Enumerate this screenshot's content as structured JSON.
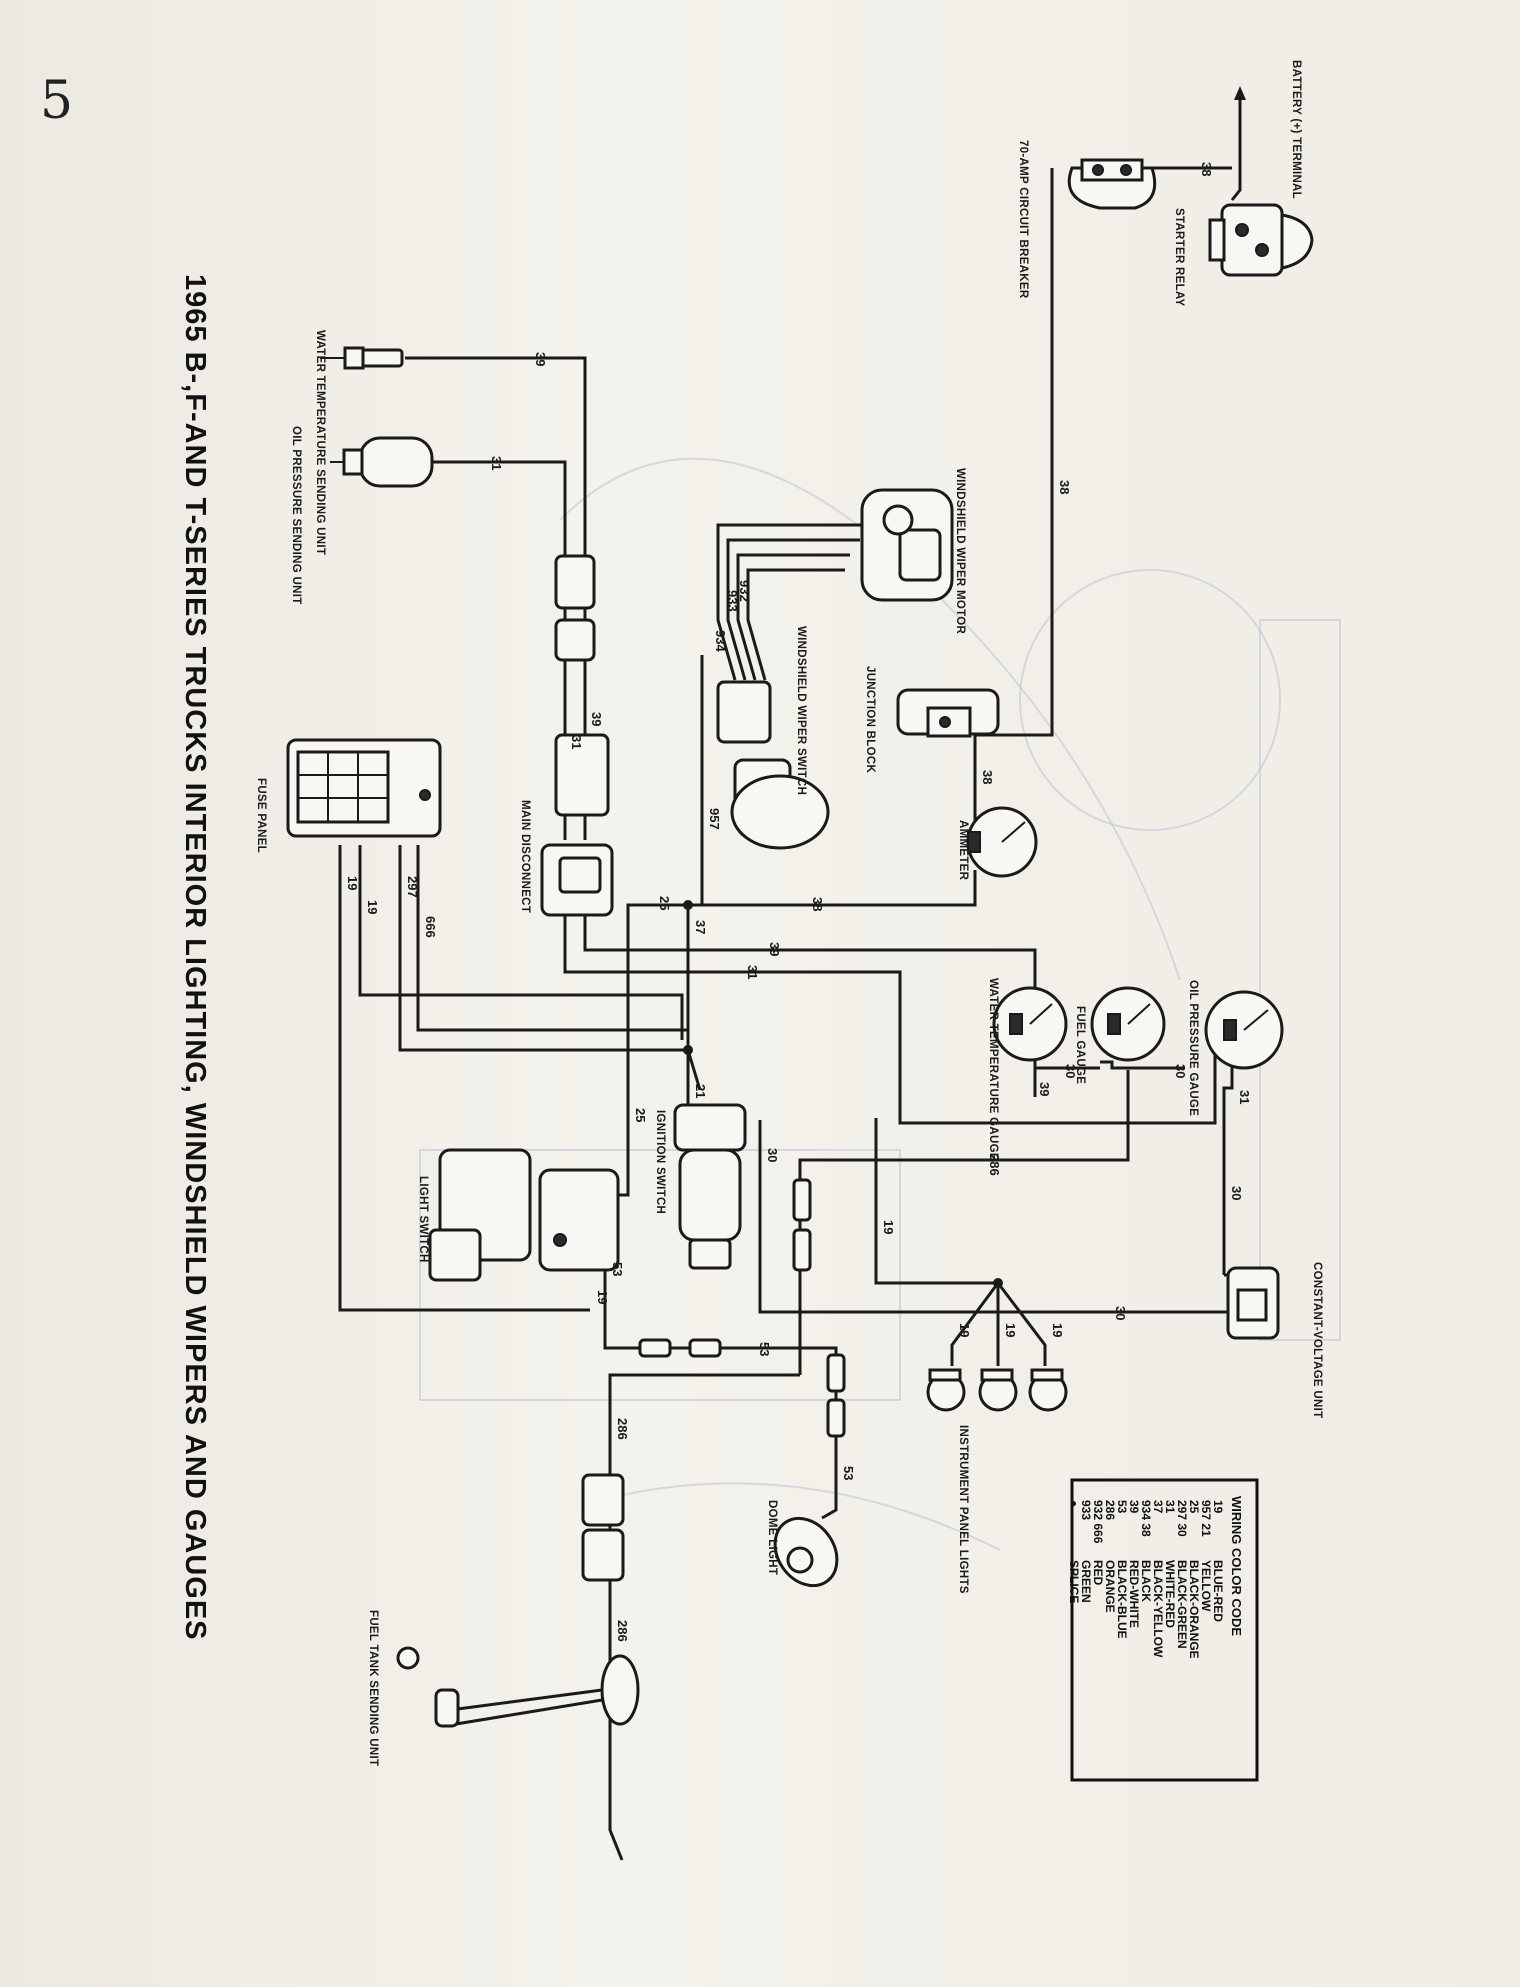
{
  "page_number": "5",
  "title": "1965 B-,F-AND T-SERIES TRUCKS INTERIOR LIGHTING, WINDSHIELD WIPERS AND GAUGES",
  "components": {
    "battery_terminal": "BATTERY (+) TERMINAL",
    "starter_relay": "STARTER RELAY",
    "circuit_breaker": "70-AMP CIRCUIT BREAKER",
    "wiper_motor": "WINDSHIELD WIPER MOTOR",
    "wiper_switch": "WINDSHIELD WIPER SWITCH",
    "junction_block": "JUNCTION BLOCK",
    "ammeter": "AMMETER",
    "water_temp_sender": "WATER TEMPERATURE SENDING UNIT",
    "oil_pressure_sender": "OIL PRESSURE SENDING UNIT",
    "main_disconnect": "MAIN DISCONNECT",
    "fuse_panel": "FUSE PANEL",
    "oil_pressure_gauge": "OIL PRESSURE GAUGE",
    "fuel_gauge": "FUEL GAUGE",
    "water_temp_gauge": "WATER TEMPERATURE GAUGE",
    "ignition_switch": "IGNITION SWITCH",
    "light_switch": "LIGHT SWITCH",
    "constant_voltage_unit": "CONSTANT-VOLTAGE UNIT",
    "panel_lights": "INSTRUMENT PANEL LIGHTS",
    "dome_light": "DOME LIGHT",
    "fuel_sender": "FUEL TANK SENDING UNIT"
  },
  "circuits": {
    "c19": "19",
    "c21": "21",
    "c25": "25",
    "c30": "30",
    "c31": "31",
    "c37": "37",
    "c38": "38",
    "c39": "39",
    "c53": "53",
    "c286": "286",
    "c297": "297",
    "c666": "666",
    "c932": "932",
    "c933": "933",
    "c934": "934",
    "c957": "957"
  },
  "legend": {
    "title": "WIRING COLOR CODE",
    "rows": [
      {
        "codes": "19",
        "color": "BLUE-RED"
      },
      {
        "codes": "957 21",
        "color": "YELLOW"
      },
      {
        "codes": "25",
        "color": "BLACK-ORANGE"
      },
      {
        "codes": "297 30",
        "color": "BLACK-GREEN"
      },
      {
        "codes": "31",
        "color": "WHITE-RED"
      },
      {
        "codes": "37",
        "color": "BLACK-YELLOW"
      },
      {
        "codes": "934 38",
        "color": "BLACK"
      },
      {
        "codes": "39",
        "color": "RED-WHITE"
      },
      {
        "codes": "53",
        "color": "BLACK-BLUE"
      },
      {
        "codes": "286",
        "color": "ORANGE"
      },
      {
        "codes": "932 666",
        "color": "RED"
      },
      {
        "codes": "933",
        "color": "GREEN"
      },
      {
        "codes": "●",
        "color": "SPLICE"
      }
    ]
  }
}
